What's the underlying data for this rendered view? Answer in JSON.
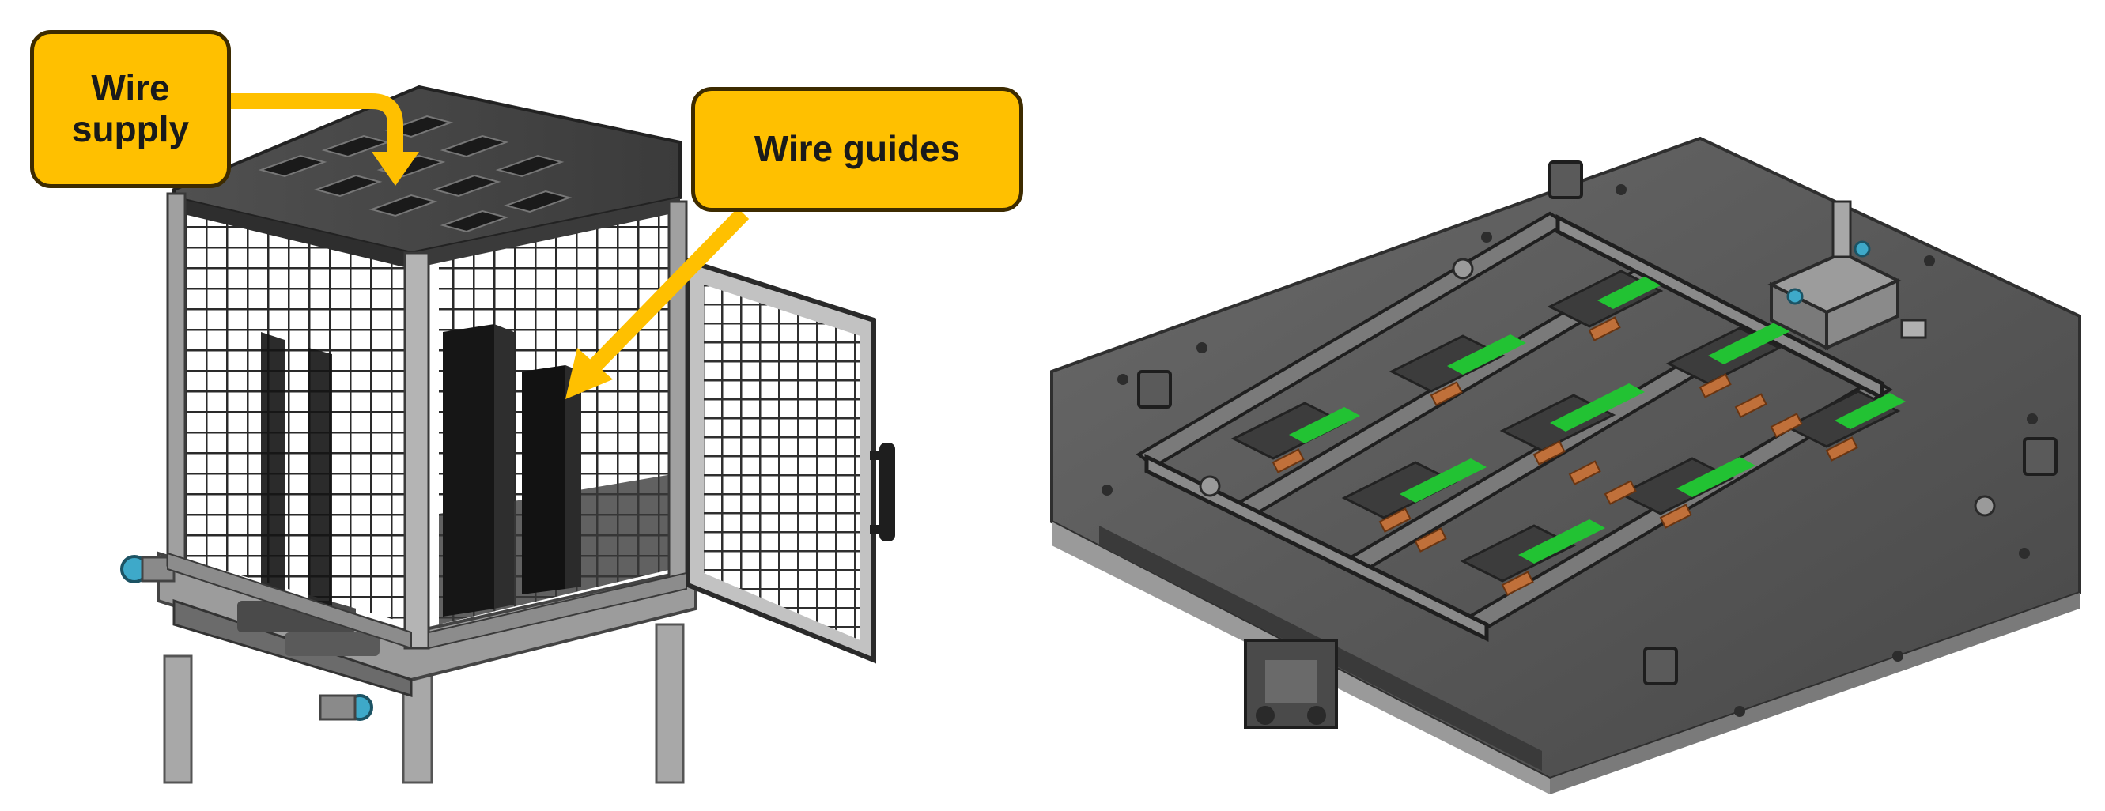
{
  "callouts": {
    "wire_supply": "Wire\nsupply",
    "wire_guides": "Wire guides"
  },
  "colors": {
    "callout_fill": "#FFC000",
    "callout_border": "#3d2b00",
    "arrow": "#FFC000",
    "frame_dark": "#3a3a3a",
    "frame_light": "#9a9a9a",
    "plate": "#545454",
    "pad_green": "#22c233",
    "contact_copper": "#c0703a"
  },
  "icons": {
    "left": "wire-feeding-cabinet-illustration",
    "right": "wire-fixture-plate-illustration"
  }
}
